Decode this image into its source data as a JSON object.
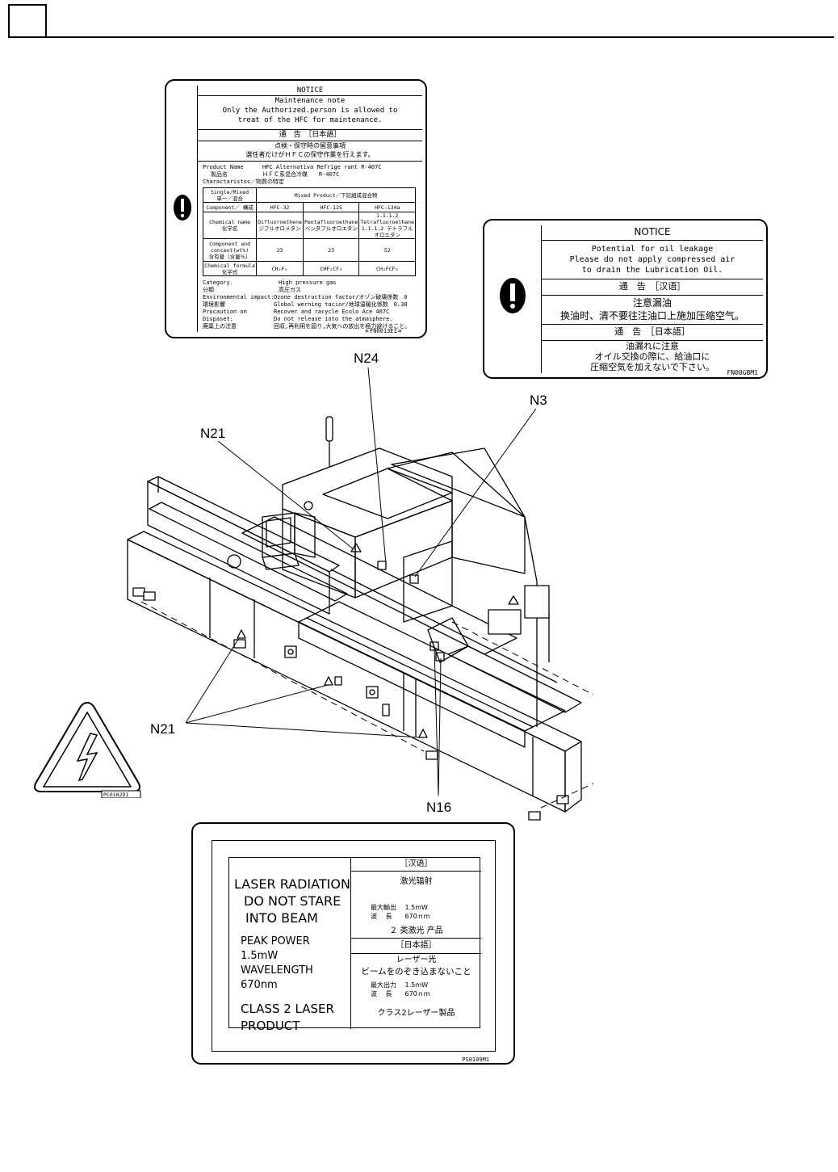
{
  "hfc_notice": {
    "title": "NOTICE",
    "en_lines": [
      "Maintenance note",
      "Only the Authorized.person is allowed to",
      "treat of the HFC for maintenance."
    ],
    "jp_header": "通　告　［日本語］",
    "jp_lines": [
      "点検・保守時の留意事項",
      "選任者だけがＨＦＣの保守作業を行えます。"
    ],
    "product_name_label": "Product Name",
    "product_name_jp": "製品名",
    "product_name_value": "HFC Alternativa Refrige rant  R-407C",
    "product_name_value_jp": "ＨＦＣ系混合冷媒　　R-407C",
    "characteristics": "Charactaristos／物質の特定",
    "table": {
      "single_mixed": "Single/Mixed\n単一／混合",
      "mixed_value": "Mixed Product／下記組成混合物",
      "component_label": "Component／ 構成",
      "components": [
        "HFC-32",
        "HFC-125",
        "HFC-134a"
      ],
      "chemical_name_label": "Chemical name\n化学名",
      "chemical_names": [
        "Difluoroethene\nジフルオロメタン",
        "Pentafluoroethane\nペンタフルオロエタン",
        "1.1.1.2\nTetrafluoroethane\n1.1.1.2 テトラフルオロエタン"
      ],
      "concent_label": "Component and\nconcent(wt%)\n含有量（含量％）",
      "concents": [
        "23",
        "23",
        "52"
      ],
      "formula_label": "Chemical formula\n化学式",
      "formulas": [
        "CH₂F₂",
        "CHF₂CF₃",
        "CH₂FCF₃"
      ]
    },
    "category_label": "Category.\n分類",
    "category_value": "High pressure gas\n高圧ガス",
    "env_label": "Environmental impact:\n環境影響",
    "env_line1": "Ozone destruction factor/オゾン破壊係数　0",
    "env_line2": "Global werning tacior/地球温暖化係数　0.38",
    "precaution_label": "Procaution on Dispaset:\n廃棄上の注意",
    "precaution_lines": [
      "Recover and racycle Ecolo Ace 407C",
      "Do not release into the atmasphere.",
      "回収,再利用を図り,大気への放出を極力避けること。"
    ],
    "code": "＊FN0013E1＊"
  },
  "oil_notice": {
    "title": "NOTICE",
    "en_lines": [
      "Potential for oil leakage",
      "Please do not apply compressed air",
      "to drain the Lubrication Oil."
    ],
    "cn_header": "通　告　［汉语］",
    "cn_lines": [
      "注意漏油",
      "换油时、清不要往注油口上施加压缩空气。"
    ],
    "jp_header": "通　告　［日本語］",
    "jp_lines": [
      "油漏れに注意",
      "オイル交換の際に、給油口に",
      "圧縮空気を加えないで下さい。"
    ],
    "code": "FN00GBM1"
  },
  "callouts": {
    "n24": "N24",
    "n3": "N3",
    "n21_top": "N21",
    "n21_left": "N21",
    "n16": "N16"
  },
  "hv_label": {
    "code": "PC0102D1"
  },
  "laser_label": {
    "en_lines": [
      "LASER RADIATION",
      "DO NOT STARE",
      "INTO BEAM"
    ],
    "power": "PEAK POWER 1.5mW",
    "wavelength": "WAVELENGTH 670nm",
    "class_lines": [
      "CLASS 2 LASER",
      "PRODUCT"
    ],
    "cn_header": "［汉语］",
    "cn_title": "激光辐射",
    "cn_power": "最大輸出　 1.5mW",
    "cn_wave": "波　 長　　670ｎｍ",
    "cn_class": "２ 类激光 产品",
    "jp_header": "［日本語］",
    "jp_title": "レーザー光",
    "jp_warn": "ビームをのぞき込まないこと",
    "jp_power": "最大出力　 1.5ｍW",
    "jp_wave": "波　 長　　670ｎｍ",
    "jp_class": "クラス2レーザー製品",
    "code": "PS0109M1"
  }
}
